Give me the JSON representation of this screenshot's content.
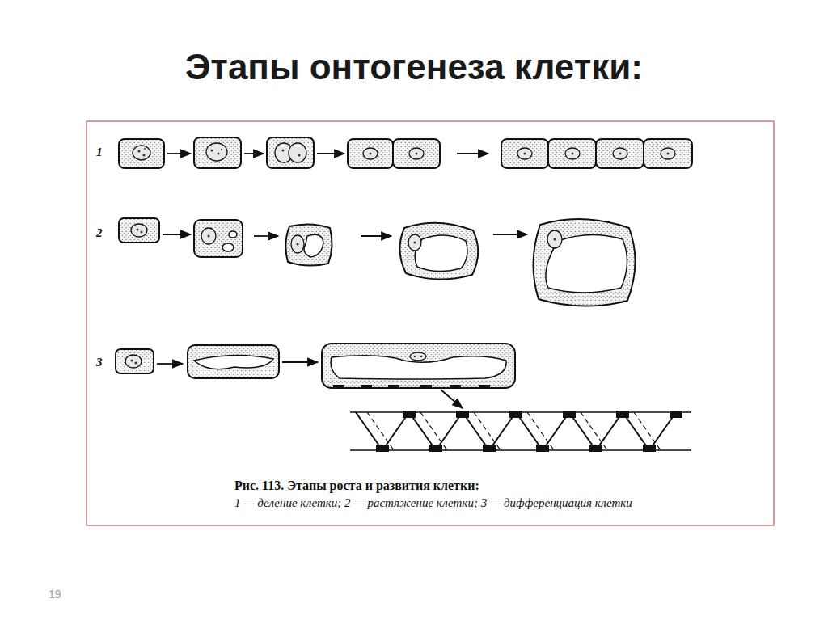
{
  "diagram": {
    "title": "Этапы онтогенеза клетки:",
    "caption": "Рис. 113. Этапы роста и развития клетки:",
    "labels": [
      "1",
      "2",
      "3",
      "1 — деление клетки; 2 — растяжение клетки; 3 — дифференциация клетки",
      "19"
    ]
  }
}
